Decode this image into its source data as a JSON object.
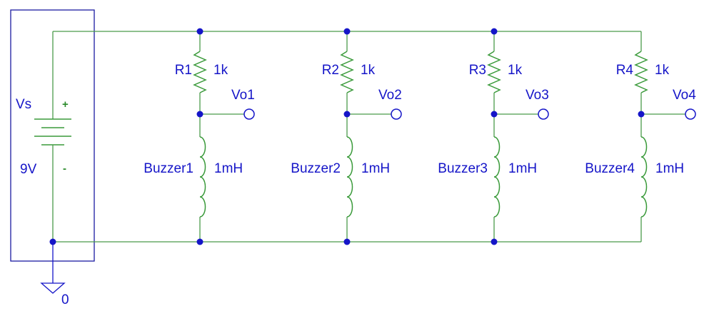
{
  "source": {
    "name": "Vs",
    "value": "9V",
    "plus": "+",
    "minus": "-"
  },
  "ground": {
    "label": "0"
  },
  "branches": [
    {
      "resistor": "R1",
      "resistor_value": "1k",
      "output": "Vo1",
      "inductor": "Buzzer1",
      "inductor_value": "1mH"
    },
    {
      "resistor": "R2",
      "resistor_value": "1k",
      "output": "Vo2",
      "inductor": "Buzzer2",
      "inductor_value": "1mH"
    },
    {
      "resistor": "R3",
      "resistor_value": "1k",
      "output": "Vo3",
      "inductor": "Buzzer3",
      "inductor_value": "1mH"
    },
    {
      "resistor": "R4",
      "resistor_value": "1k",
      "output": "Vo4",
      "inductor": "Buzzer4",
      "inductor_value": "1mH"
    }
  ],
  "colors": {
    "wire": "#4a9a4a",
    "label": "#1515c8",
    "node": "#1515c8",
    "source_box": "#1a1aa0"
  }
}
